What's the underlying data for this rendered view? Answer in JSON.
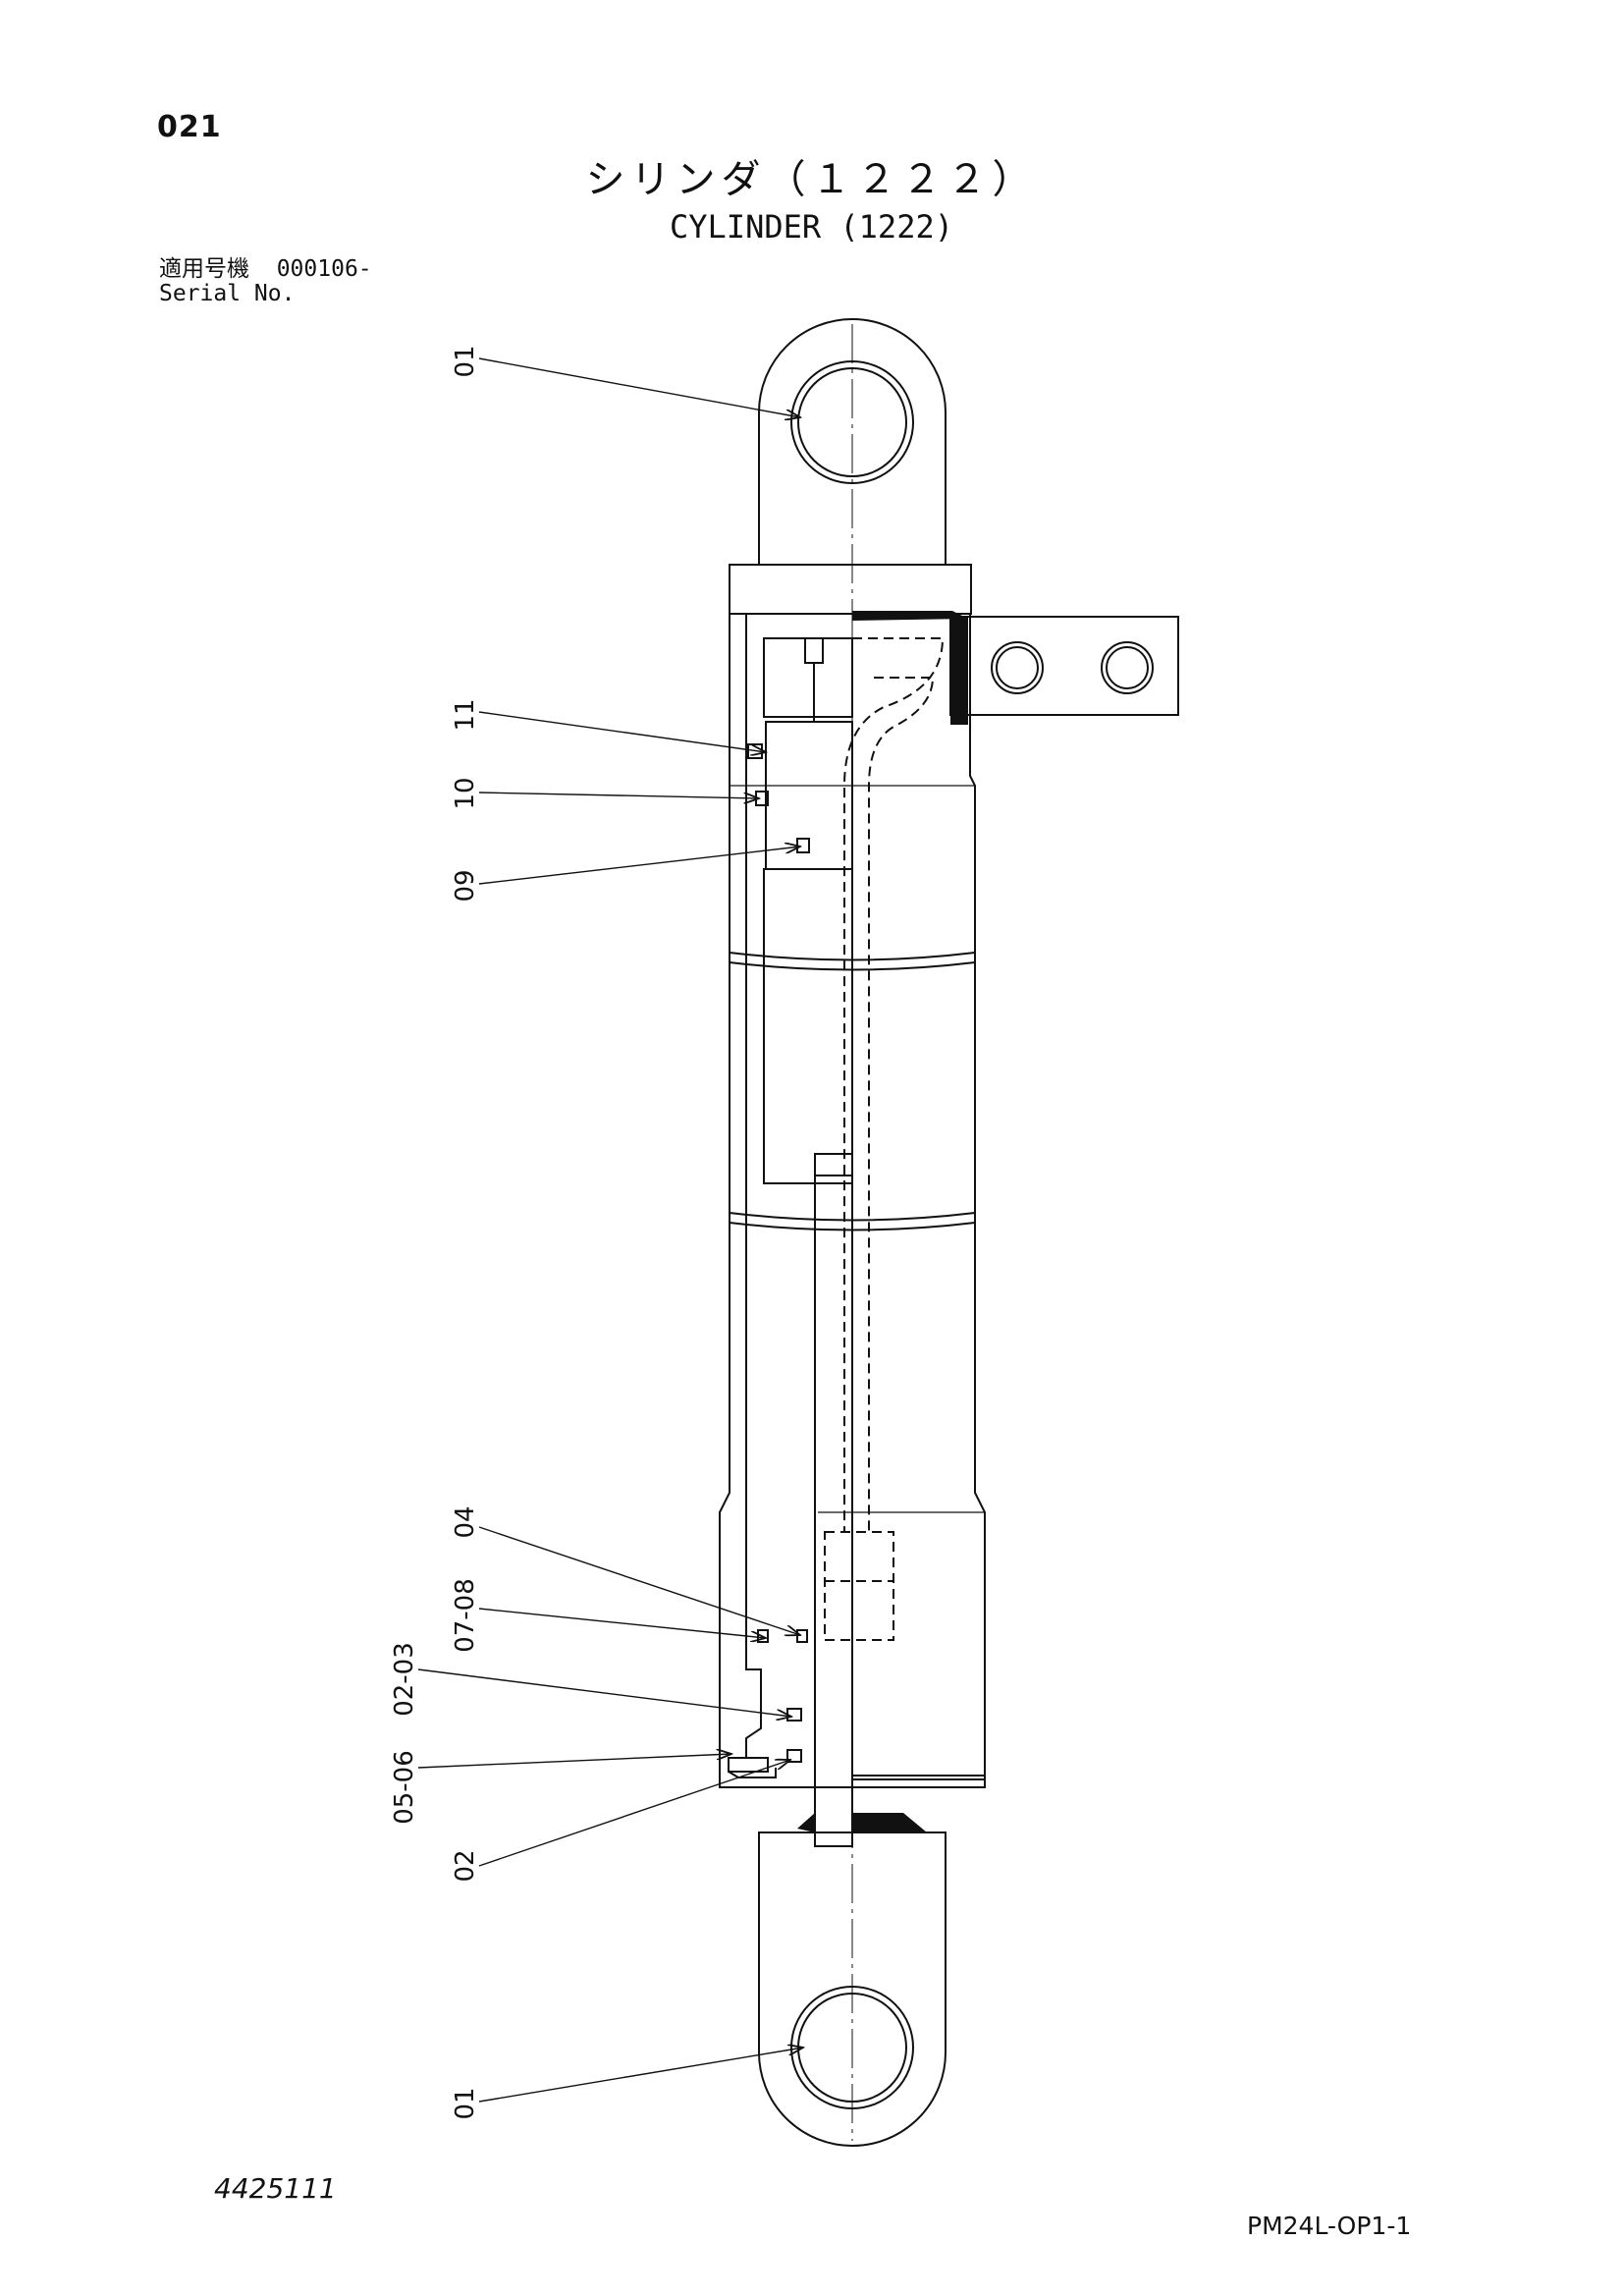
{
  "page_number": "021",
  "title_jp": "シリンダ（１２２２）",
  "title_en": "CYLINDER (1222)",
  "serial": {
    "label_jp": "適用号機",
    "value": "000106-",
    "label_en": "Serial No."
  },
  "callouts": [
    {
      "id": "c-01-top",
      "text": "01"
    },
    {
      "id": "c-11",
      "text": "11"
    },
    {
      "id": "c-10",
      "text": "10"
    },
    {
      "id": "c-09",
      "text": "09"
    },
    {
      "id": "c-04",
      "text": "04"
    },
    {
      "id": "c-07-08",
      "text": "07-08"
    },
    {
      "id": "c-02-03",
      "text": "02-03"
    },
    {
      "id": "c-05-06",
      "text": "05-06"
    },
    {
      "id": "c-02",
      "text": "02"
    },
    {
      "id": "c-01-bottom",
      "text": "01"
    }
  ],
  "drawing_number": "4425111",
  "sheet_code": "PM24L-OP1-1"
}
